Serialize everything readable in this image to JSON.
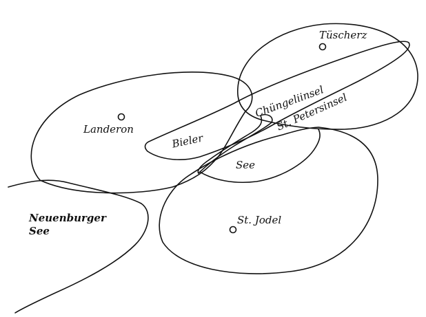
{
  "map": {
    "places": {
      "tuescherz": "Tüscherz",
      "landeron": "Landeron",
      "st_jodel": "St. Jodel"
    },
    "water": {
      "bieler_see_part1": "Bieler",
      "bieler_see_part2": "See",
      "neuenburger_see_line1": "Neuenburger",
      "neuenburger_see_line2": "See"
    },
    "islands": {
      "chuengeliinsel": "Chüngeliinsel",
      "st_petersinsel": "St. Petersinsel"
    },
    "colors": {
      "ink": "#111111",
      "paper": "#ffffff"
    }
  }
}
